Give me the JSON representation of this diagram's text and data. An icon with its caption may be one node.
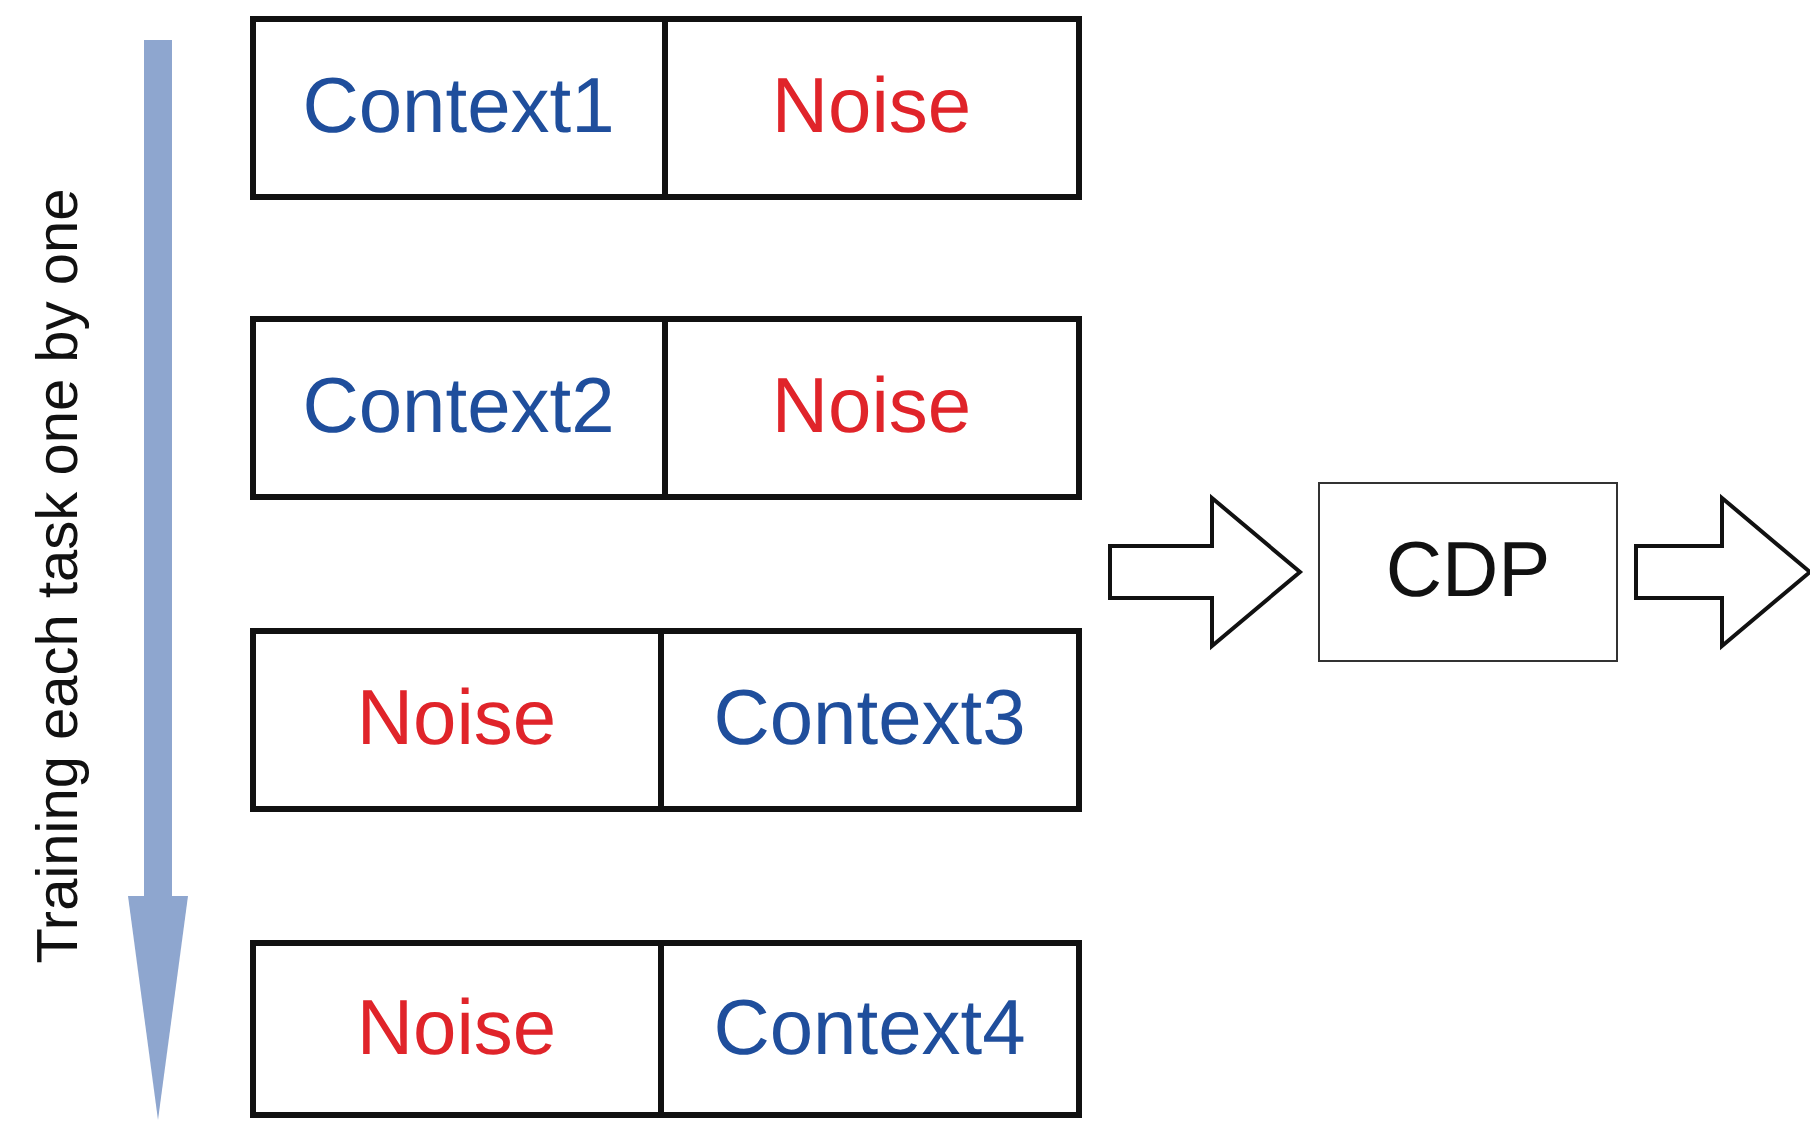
{
  "diagram": {
    "nodes": [
      {
        "text": [
          "Context1"
        ]
      },
      {
        "text": [
          "Noise"
        ]
      },
      {
        "text": [
          "Context2"
        ]
      },
      {
        "text": [
          "Noise"
        ]
      },
      {
        "text": [
          "Noise"
        ]
      },
      {
        "text": [
          "Context3"
        ]
      },
      {
        "text": [
          "Noise"
        ]
      },
      {
        "text": [
          "Context4"
        ]
      },
      {
        "text": [
          "CDP"
        ]
      }
    ],
    "edges": [
      {
        "from": null,
        "to": 8,
        "arrow": "to"
      },
      {
        "from": 8,
        "to": null,
        "arrow": "to"
      }
    ],
    "labels": [
      "Training each task one by one"
    ]
  }
}
